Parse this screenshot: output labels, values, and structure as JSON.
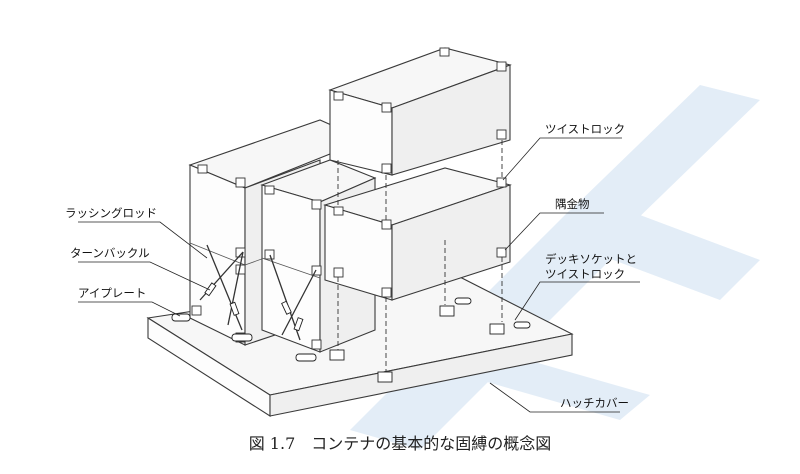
{
  "labels": {
    "twistlock": "ツイストロック",
    "corner_fitting": "隅金物",
    "deck_socket_line1": "デッキソケットと",
    "deck_socket_line2": "ツイストロック",
    "lashing_rod": "ラッシングロッド",
    "turnbuckle": "ターンバックル",
    "eye_plate": "アイプレート",
    "hatch_cover": "ハッチカバー"
  },
  "caption": "図 1.7　コンテナの基本的な固縛の概念図",
  "colors": {
    "watermark": "#e3edf7",
    "line": "#3a3a3a"
  }
}
